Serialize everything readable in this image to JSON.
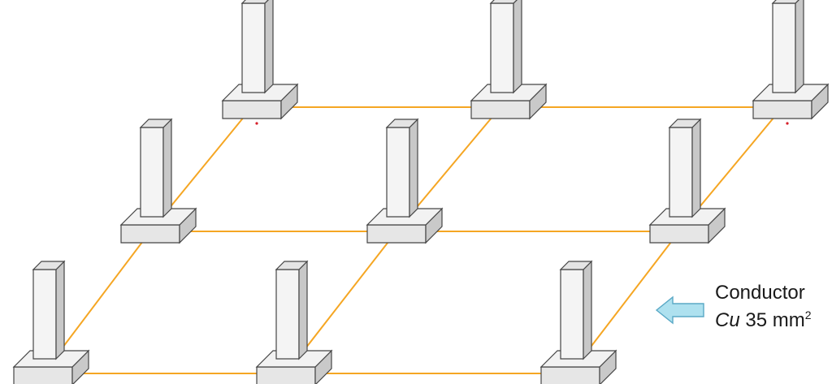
{
  "colors": {
    "conductor": "#f5a623",
    "conductor_join": "#d6202a",
    "column_front": "#f4f4f4",
    "column_side": "#c8c8c8",
    "column_top": "#e4e4e4",
    "footing_top": "#f2f2f2",
    "footing_front": "#e6e6e6",
    "footing_side": "#c9c9c9",
    "edge": "#454545",
    "arrow_fill": "#aee1ef",
    "arrow_edge": "#5aa9c6"
  },
  "arrow": {
    "icon": "left-arrow-icon"
  },
  "label": {
    "line1": "Conductor",
    "material": "Cu",
    "size": "35 mm",
    "exponent": "2"
  }
}
